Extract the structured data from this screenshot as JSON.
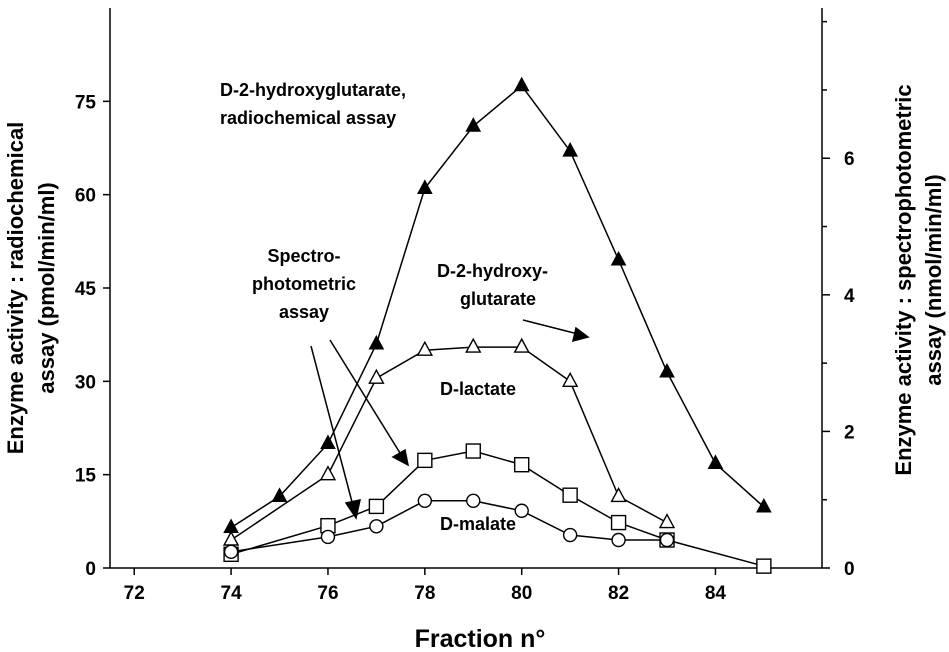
{
  "chart_data": {
    "type": "line",
    "xlabel": "Fraction  n°",
    "ylabel_left": [
      "Enzyme activity : radiochemical",
      "assay    (pmol/min/ml)"
    ],
    "ylabel_right": [
      "Enzyme activity : spectrophotometric",
      "assay  (nmol/min/ml)"
    ],
    "xlim": [
      71.5,
      86.2
    ],
    "ylim_left": [
      0,
      90
    ],
    "ylim_right": [
      0,
      8.2
    ],
    "x_ticks": [
      72,
      74,
      76,
      78,
      80,
      82,
      84
    ],
    "y_left_ticks": [
      0,
      15,
      30,
      45,
      60,
      75
    ],
    "y_right_ticks": [
      0,
      2,
      4,
      6
    ],
    "series": [
      {
        "name": "D-2-hydroxyglutarate, radiochemical assay",
        "axis": "left",
        "marker": "filled-triangle",
        "x": [
          74,
          75,
          76,
          77,
          78,
          79,
          80,
          81,
          82,
          83,
          84,
          85
        ],
        "y": [
          6.5,
          11.5,
          20,
          36,
          61,
          71,
          77.5,
          67,
          49.5,
          31.5,
          16.8,
          9.8
        ]
      },
      {
        "name": "D-2-hydroxy-glutarate",
        "axis": "left",
        "marker": "open-triangle",
        "x": [
          74,
          76,
          77,
          78,
          79,
          80,
          81,
          82,
          83
        ],
        "y": [
          4.5,
          15,
          30.5,
          35,
          35.5,
          35.5,
          30,
          11.5,
          7.3
        ]
      },
      {
        "name": "D-lactate",
        "axis": "left",
        "marker": "open-square",
        "x": [
          74,
          76,
          77,
          78,
          79,
          80,
          81,
          82,
          83,
          85
        ],
        "y": [
          2.2,
          6.8,
          9.9,
          17.3,
          18.8,
          16.6,
          11.7,
          7.3,
          4.5,
          0.3
        ]
      },
      {
        "name": "D-malate",
        "axis": "left",
        "marker": "open-circle",
        "x": [
          74,
          76,
          77,
          78,
          79,
          80,
          81,
          82,
          83
        ],
        "y": [
          2.6,
          5,
          6.7,
          10.8,
          10.8,
          9.2,
          5.3,
          4.5,
          4.5
        ]
      }
    ],
    "annotations": [
      {
        "lines": [
          "D-2-hydroxyglutarate,",
          "radiochemical assay"
        ]
      },
      {
        "lines": [
          "D-2-hydroxy-",
          "glutarate"
        ]
      },
      {
        "lines": [
          "Spectro-",
          "photometric",
          "assay"
        ]
      },
      {
        "lines": [
          "D-lactate"
        ]
      },
      {
        "lines": [
          "D-malate"
        ]
      }
    ],
    "grid": false,
    "colors": {
      "line": "#000000",
      "background": "#ffffff"
    }
  }
}
